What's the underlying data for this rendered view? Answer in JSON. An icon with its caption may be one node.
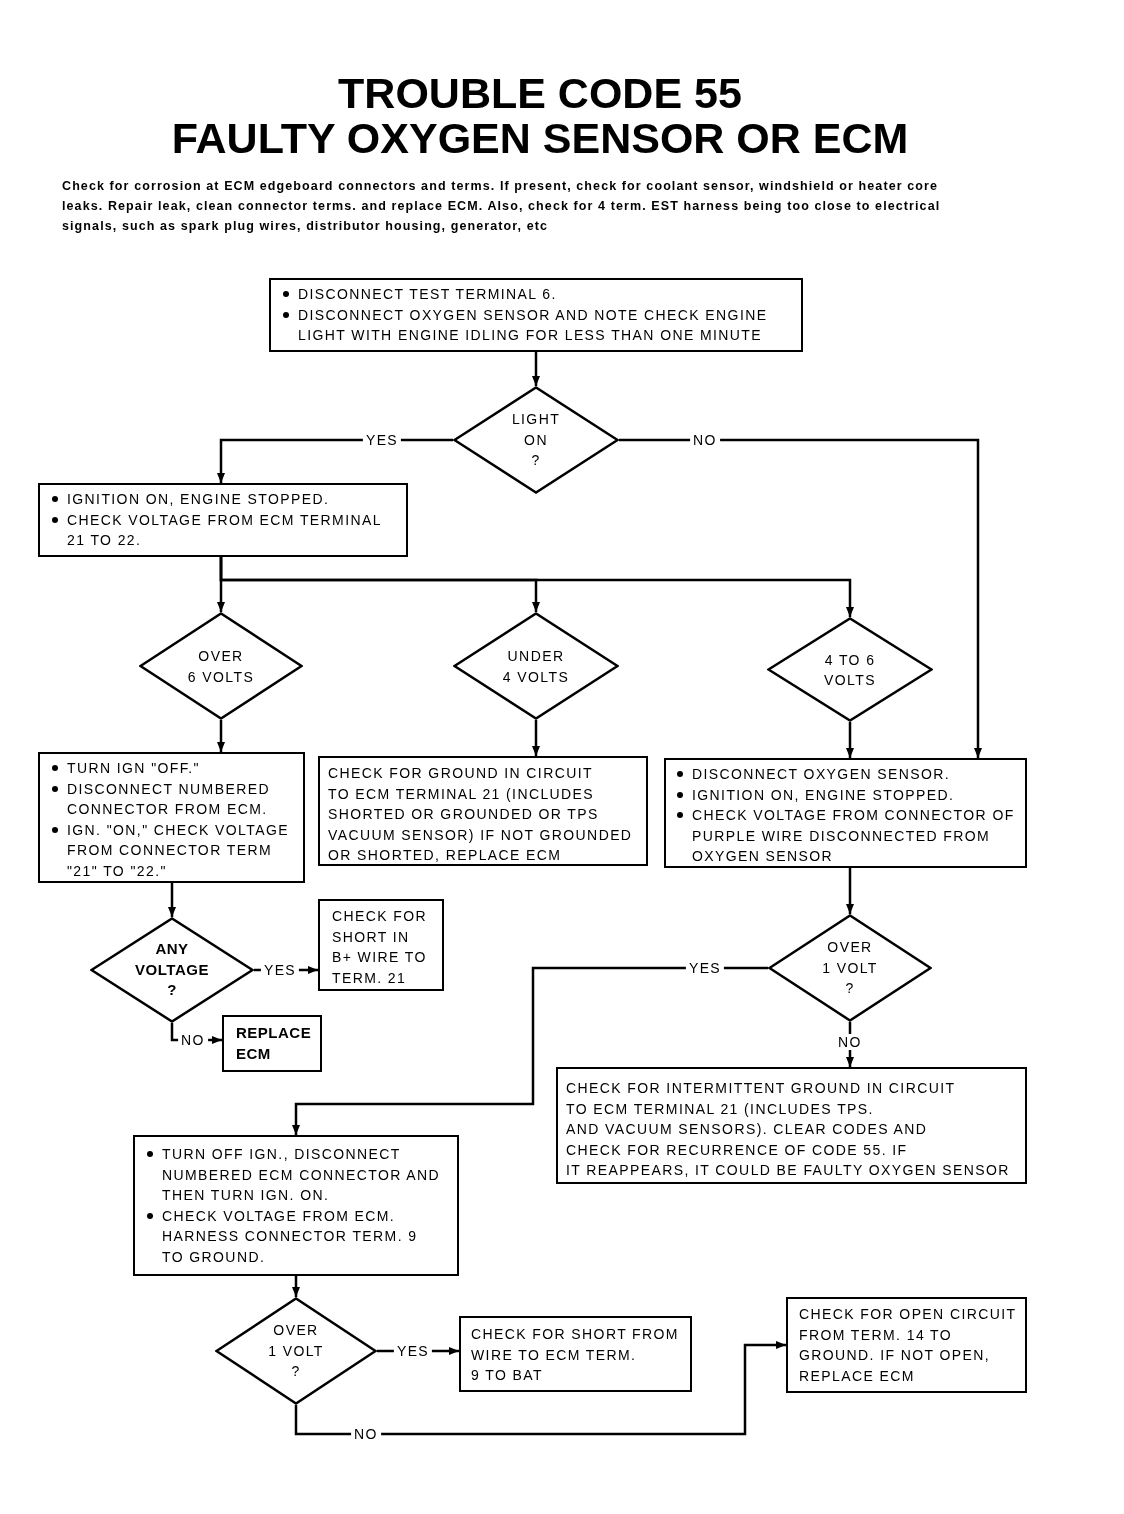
{
  "diagram": {
    "title": "TROUBLE CODE 55 FAULTY OXYGEN SENSOR OR ECM",
    "nodes": [
      {
        "text": [
          "DISCONNECT TEST TERMINAL 6.",
          "DISCONNECT OXYGEN SENSOR AND NOTE CHECK ENGINE LIGHT WITH ENGINE IDLING FOR LESS THAN ONE MINUTE"
        ]
      },
      {
        "text": [
          "LIGHT ON ?"
        ]
      },
      {
        "text": [
          "IGNITION ON, ENGINE STOPPED.",
          "CHECK VOLTAGE FROM ECM TERMINAL 21 TO 22."
        ]
      },
      {
        "text": [
          "OVER 6 VOLTS"
        ]
      },
      {
        "text": [
          "UNDER 4 VOLTS"
        ]
      },
      {
        "text": [
          "4 TO 6 VOLTS"
        ]
      },
      {
        "text": [
          "TURN IGN \"OFF.\"",
          "DISCONNECT NUMBERED CONNECTOR FROM ECM.",
          "IGN. \"ON,\" CHECK VOLTAGE FROM CONNECTOR TERM \"21\" TO \"22.\""
        ]
      },
      {
        "text": [
          "CHECK FOR GROUND IN CIRCUIT TO ECM TERMINAL 21 (INCLUDES SHORTED OR GROUNDED OR TPS VACUUM SENSOR) IF NOT GROUNDED OR SHORTED, REPLACE ECM"
        ]
      },
      {
        "text": [
          "DISCONNECT OXYGEN SENSOR.",
          "IGNITION ON, ENGINE STOPPED.",
          "CHECK VOLTAGE FROM CONNECTOR OF PURPLE WIRE DISCONNECTED FROM OXYGEN SENSOR"
        ]
      },
      {
        "text": [
          "ANY VOLTAGE ?"
        ]
      },
      {
        "text": [
          "CHECK FOR SHORT IN B+ WIRE TO TERM. 21"
        ]
      },
      {
        "text": [
          "REPLACE ECM"
        ]
      },
      {
        "text": [
          "OVER 1 VOLT ?"
        ]
      },
      {
        "text": [
          "CHECK FOR INTERMITTENT GROUND IN CIRCUIT TO ECM TERMINAL 21 (INCLUDES TPS. AND VACUUM SENSORS). CLEAR CODES AND CHECK FOR RECURRENCE OF CODE 55. IF IT REAPPEARS, IT COULD BE FAULTY OXYGEN SENSOR"
        ]
      },
      {
        "text": [
          "TURN OFF IGN., DISCONNECT NUMBERED ECM CONNECTOR AND THEN TURN IGN. ON.",
          "CHECK VOLTAGE FROM ECM. HARNESS CONNECTOR TERM. 9 TO GROUND."
        ]
      },
      {
        "text": [
          "OVER 1 VOLT ?"
        ]
      },
      {
        "text": [
          "CHECK FOR SHORT FROM WIRE TO ECM TERM. 9 TO BAT"
        ]
      },
      {
        "text": [
          "CHECK FOR OPEN CIRCUIT FROM TERM. 14 TO GROUND. IF NOT OPEN, REPLACE ECM"
        ]
      }
    ],
    "edges": [
      {
        "from": 0,
        "to": 1,
        "arrow": "to"
      },
      {
        "from": 1,
        "to": 2,
        "arrow": "to",
        "label": "YES"
      },
      {
        "from": 1,
        "to": 8,
        "arrow": "to",
        "label": "NO"
      },
      {
        "from": 2,
        "to": 3,
        "arrow": "to"
      },
      {
        "from": 2,
        "to": 4,
        "arrow": "to"
      },
      {
        "from": 2,
        "to": 5,
        "arrow": "to"
      },
      {
        "from": 3,
        "to": 6,
        "arrow": "to"
      },
      {
        "from": 4,
        "to": 7,
        "arrow": "to"
      },
      {
        "from": 5,
        "to": 8,
        "arrow": "to"
      },
      {
        "from": 6,
        "to": 9,
        "arrow": "to"
      },
      {
        "from": 9,
        "to": 10,
        "arrow": "to",
        "label": "YES"
      },
      {
        "from": 9,
        "to": 11,
        "arrow": "to",
        "label": "NO"
      },
      {
        "from": 8,
        "to": 12,
        "arrow": "to"
      },
      {
        "from": 12,
        "to": 14,
        "arrow": "to",
        "label": "YES"
      },
      {
        "from": 12,
        "to": 13,
        "arrow": "to",
        "label": "NO"
      },
      {
        "from": 14,
        "to": 15,
        "arrow": "to"
      },
      {
        "from": 15,
        "to": 16,
        "arrow": "to",
        "label": "YES"
      },
      {
        "from": 15,
        "to": 17,
        "arrow": "to",
        "label": "NO"
      }
    ],
    "labels": [
      "Check for corrosion at ECM edgeboard connectors and terms. If present, check for coolant sensor, windshield or heater core leaks. Repair leak, clean connector terms. and replace ECM. Also, check for 4 term. EST harness being too close to electrical signals, such as spark plug wires, distributor housing, generator, etc"
    ]
  }
}
